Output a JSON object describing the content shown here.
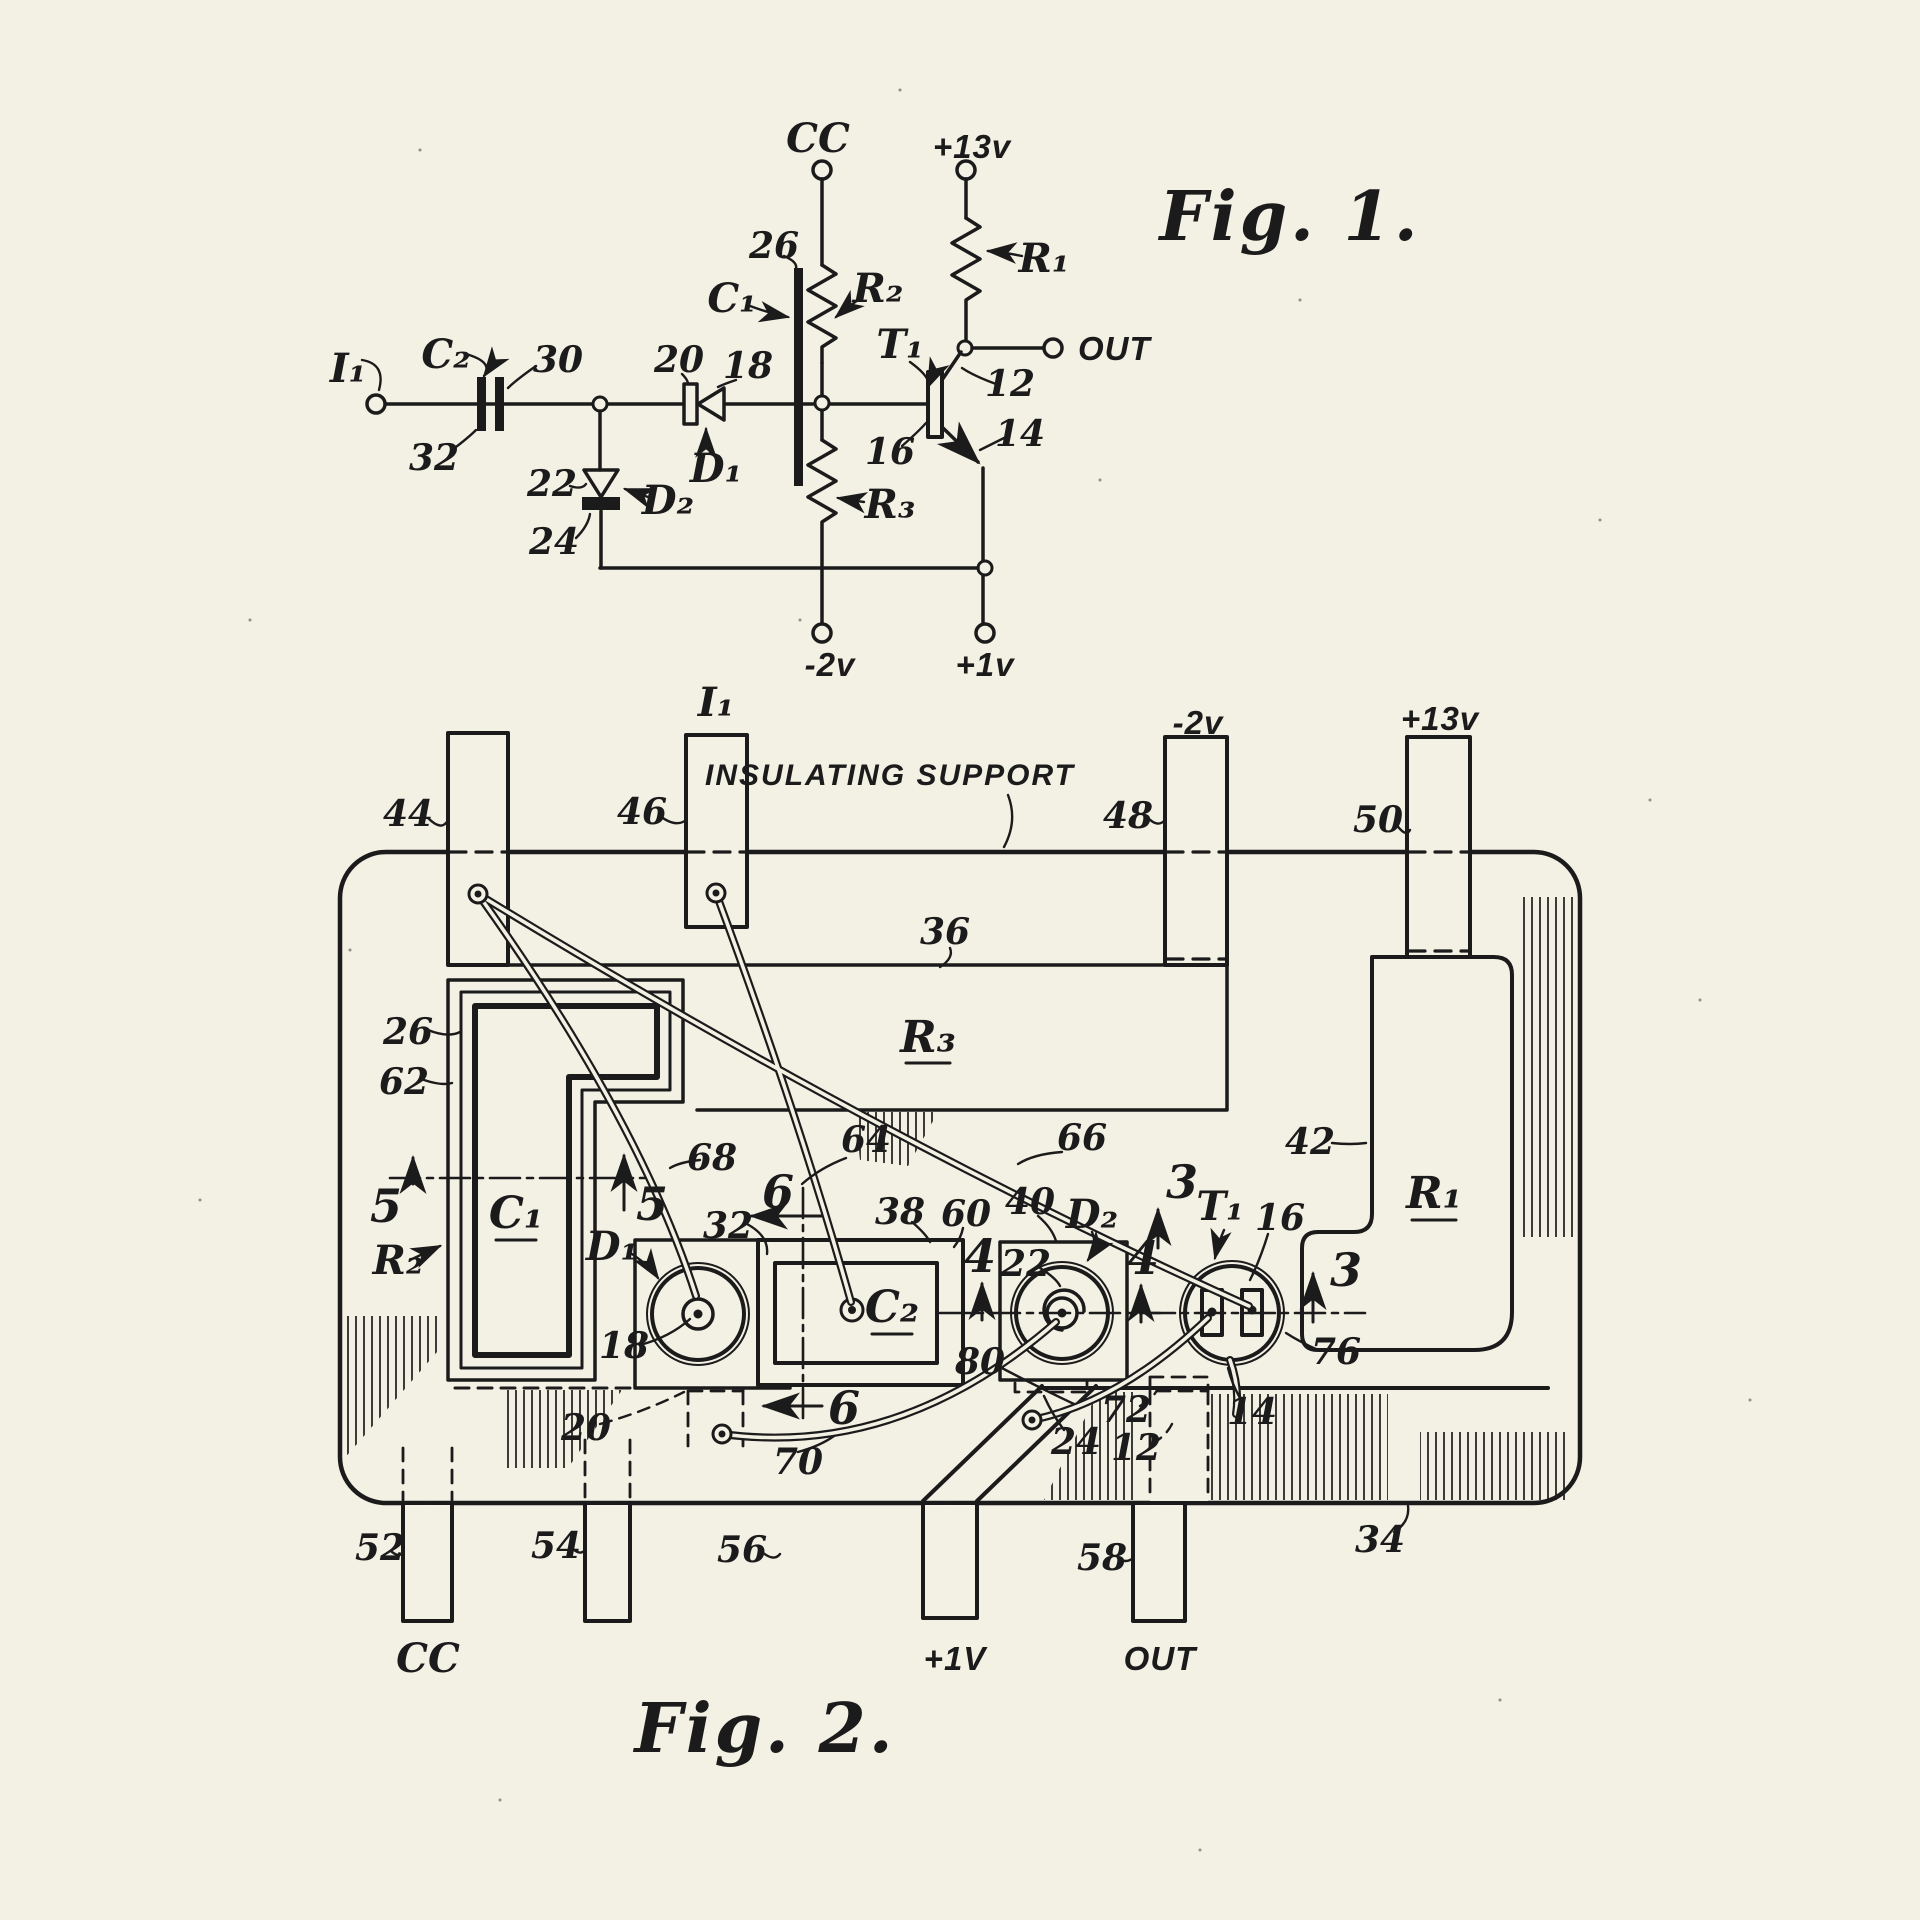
{
  "page": {
    "background": "#f3f0e4",
    "ink": "#1b1b1b"
  },
  "fig1": {
    "caption": "Fig. 1.",
    "terminals": {
      "cc": "CC",
      "v13": "+13v",
      "out": "OUT",
      "v2": "-2v",
      "v1": "+1v",
      "i1": "I₁"
    },
    "components": {
      "c1": "C₁",
      "c2": "C₂",
      "r1": "R₁",
      "r2": "R₂",
      "r3": "R₃",
      "t1": "T₁",
      "d1": "D₁",
      "d2": "D₂"
    },
    "refs": {
      "n12": "12",
      "n14": "14",
      "n16": "16",
      "n18": "18",
      "n20": "20",
      "n22": "22",
      "n24": "24",
      "n26": "26",
      "n30": "30",
      "n32": "32"
    }
  },
  "fig2": {
    "caption": "Fig. 2.",
    "support_label": "INSULATING SUPPORT",
    "terminals": {
      "i1": "I₁",
      "v2": "-2v",
      "v13": "+13v",
      "cc": "CC",
      "v1": "+1V",
      "out": "OUT"
    },
    "components": {
      "c1": "C₁",
      "c2": "C₂",
      "r1": "R₁",
      "r2": "R₂",
      "r3": "R₃",
      "t1": "T₁",
      "d1": "D₁",
      "d2": "D₂"
    },
    "pins": {
      "n44": "44",
      "n46": "46",
      "n48": "48",
      "n50": "50",
      "n52": "52",
      "n54": "54",
      "n56": "56",
      "n58": "58"
    },
    "refs": {
      "n12": "12",
      "n14": "14",
      "n16": "16",
      "n18": "18",
      "n20": "20",
      "n22": "22",
      "n24": "24",
      "n26": "26",
      "n32": "32",
      "n34": "34",
      "n36": "36",
      "n38": "38",
      "n40": "40",
      "n42": "42",
      "n60": "60",
      "n62": "62",
      "n64": "64",
      "n66": "66",
      "n68": "68",
      "n70": "70",
      "n72": "72",
      "n76": "76",
      "n80": "80"
    },
    "sections": {
      "s3": "3",
      "s4": "4",
      "s5": "5",
      "s6": "6"
    }
  }
}
